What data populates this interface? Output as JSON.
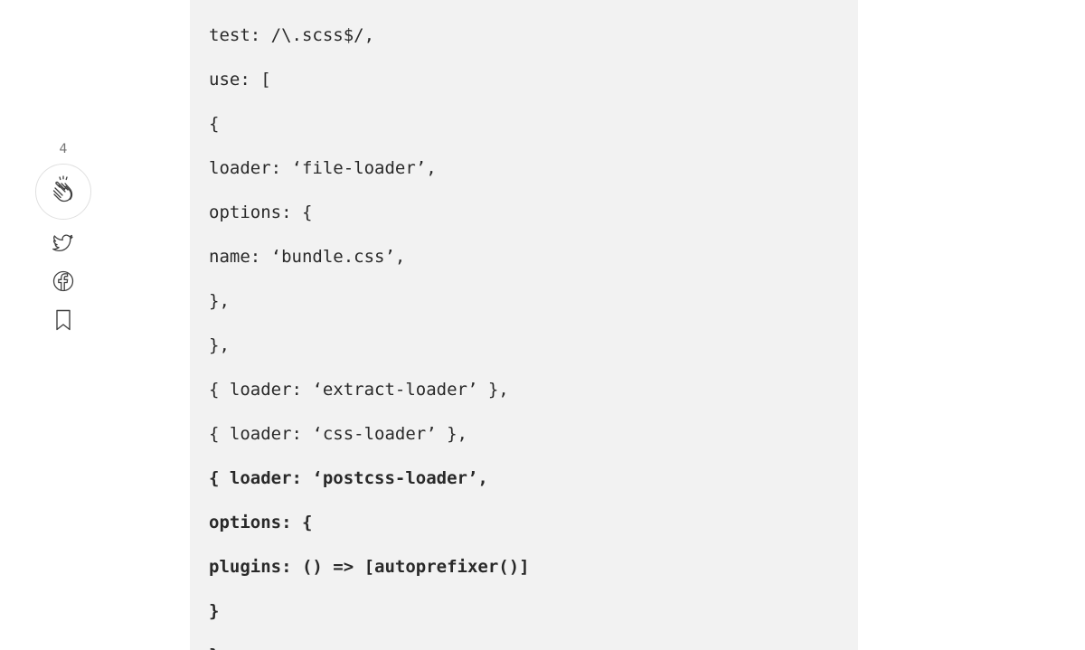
{
  "rail": {
    "clap_count": "4",
    "icons": {
      "clap": "clap-icon",
      "twitter": "twitter-icon",
      "facebook": "facebook-icon",
      "bookmark": "bookmark-icon"
    }
  },
  "code": {
    "lines": [
      {
        "text": "test: /\\.scss$/,",
        "bold": false
      },
      {
        "text": "use: [",
        "bold": false
      },
      {
        "text": "{",
        "bold": false
      },
      {
        "text": "loader: ‘file-loader’,",
        "bold": false
      },
      {
        "text": "options: {",
        "bold": false
      },
      {
        "text": "name: ‘bundle.css’,",
        "bold": false
      },
      {
        "text": "},",
        "bold": false
      },
      {
        "text": "},",
        "bold": false
      },
      {
        "text": "{ loader: ‘extract-loader’ },",
        "bold": false
      },
      {
        "text": "{ loader: ‘css-loader’ },",
        "bold": false
      },
      {
        "text": "{ loader: ‘postcss-loader’,",
        "bold": true
      },
      {
        "text": "options: {",
        "bold": true
      },
      {
        "text": "plugins: () => [autoprefixer()]",
        "bold": true
      },
      {
        "text": "}",
        "bold": true
      },
      {
        "text": "}",
        "bold": true
      }
    ]
  },
  "colors": {
    "code_background": "#f2f2f2",
    "code_text": "#292929",
    "icon_stroke": "#757575"
  }
}
